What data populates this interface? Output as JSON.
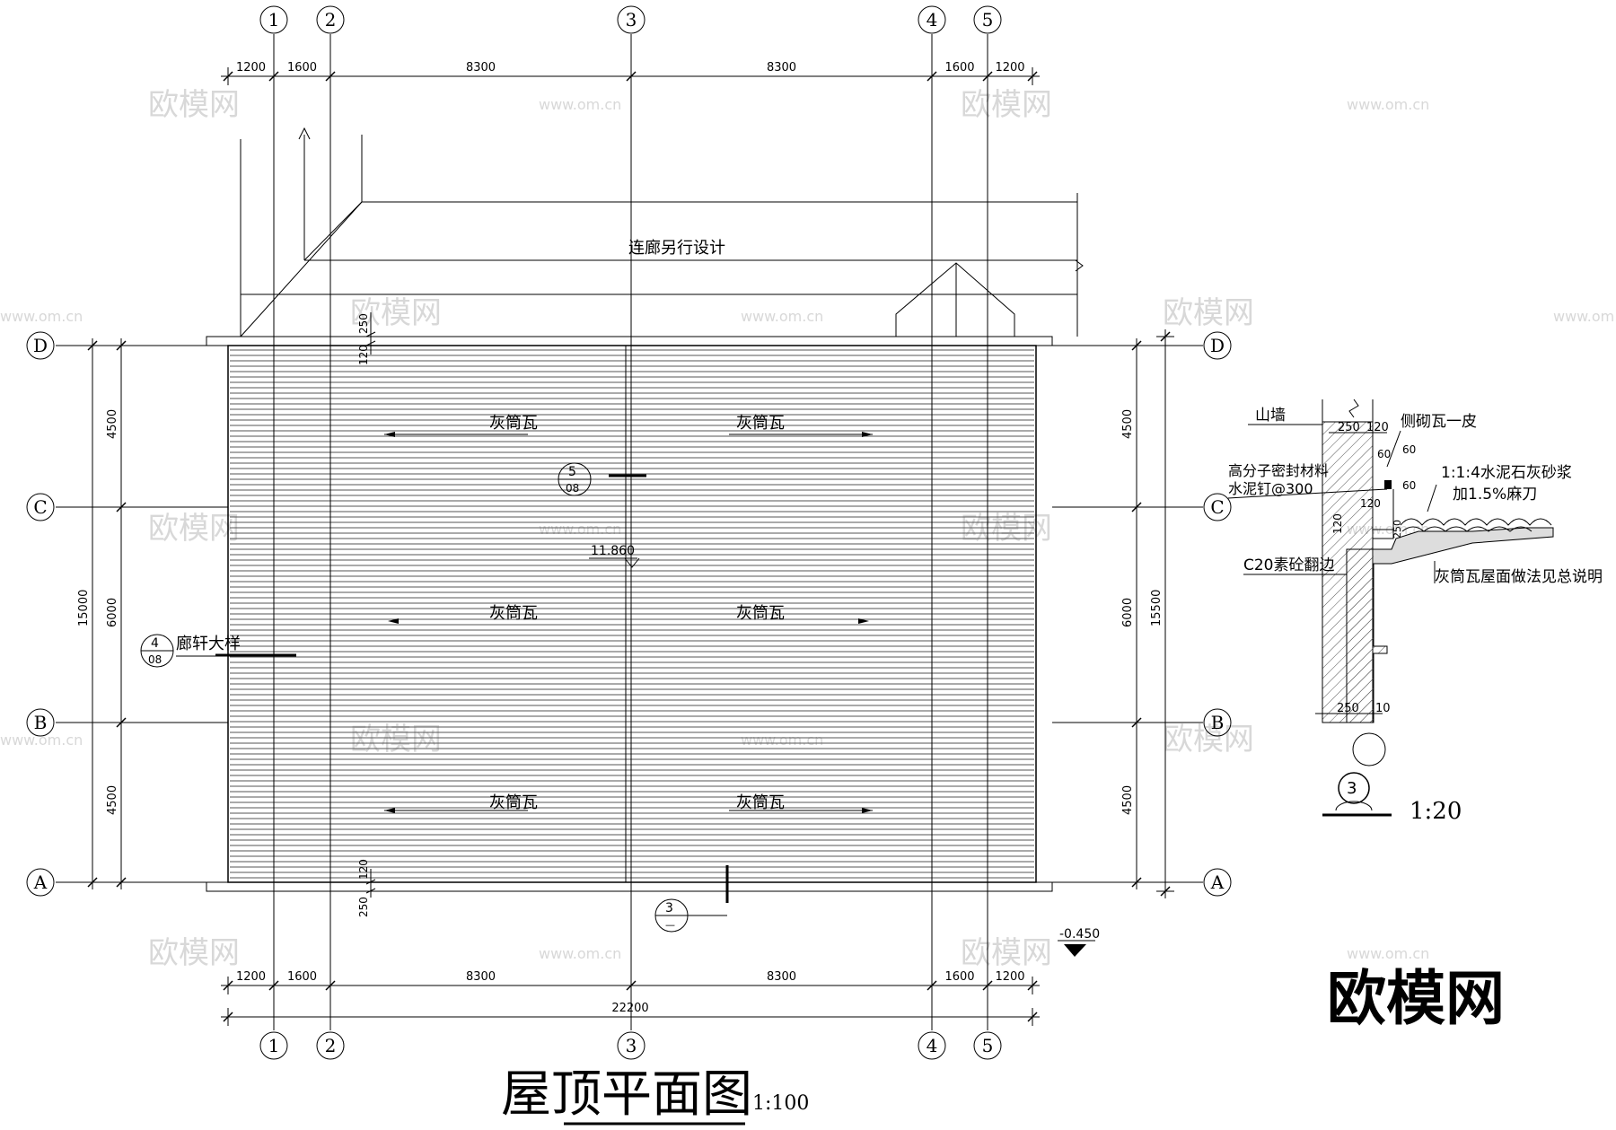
{
  "drawing": {
    "title": "屋顶平面图",
    "scale": "1:100",
    "note_corridor": "连廊另行设计",
    "tile_label": "灰筒瓦",
    "ridge_elevation": "11.860",
    "base_elevation": "-0.450",
    "eave_detail_label": "廊轩大样",
    "callout_5": {
      "num": "5",
      "sheet": "08"
    },
    "callout_4": {
      "num": "4",
      "sheet": "08"
    },
    "callout_3": {
      "num": "3",
      "sheet": "—"
    }
  },
  "axes_vertical": [
    "1",
    "2",
    "3",
    "4",
    "5"
  ],
  "axes_horizontal": [
    "D",
    "C",
    "B",
    "A"
  ],
  "dims_top": [
    "1200",
    "1600",
    "8300",
    "8300",
    "1600",
    "1200"
  ],
  "dims_bottom": [
    "1200",
    "1600",
    "8300",
    "8300",
    "1600",
    "1200"
  ],
  "dim_total_bottom": "22200",
  "dims_left": [
    "4500",
    "6000",
    "4500"
  ],
  "dim_total_left": "15000",
  "dims_right": [
    "4500",
    "6000",
    "4500"
  ],
  "dim_total_right": "15500",
  "eave_dims": {
    "top_a": "250",
    "top_b": "120",
    "bot_a": "120",
    "bot_b": "250"
  },
  "detail": {
    "label_wall": "山墙",
    "label_side_tile": "侧砌瓦一皮",
    "label_sealant": "高分子密封材料",
    "label_nail": "水泥钉@300",
    "label_mortar": "1:1:4水泥石灰砂浆",
    "label_hemp": "加1.5%麻刀",
    "label_concrete": "C20素砼翻边",
    "label_roof_note": "灰筒瓦屋面做法见总说明",
    "dims": [
      "250",
      "120",
      "60",
      "60",
      "60",
      "120",
      "120",
      "250",
      "250",
      "10"
    ],
    "ref_num": "3",
    "scale": "1:20"
  },
  "watermarks": {
    "logo": "欧模网",
    "url": "www.om.cn"
  },
  "brand_logo": "欧模网"
}
